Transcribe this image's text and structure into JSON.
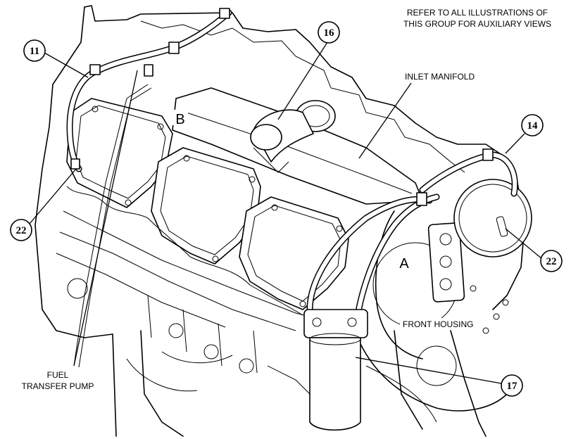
{
  "notes": {
    "line1": "REFER TO ALL ILLUSTRATIONS OF",
    "line2": "THIS GROUP FOR AUXILIARY VIEWS"
  },
  "labels": {
    "inlet_manifold": "INLET MANIFOLD",
    "front_housing": "FRONT HOUSING",
    "fuel_transfer_pump_line1": "FUEL",
    "fuel_transfer_pump_line2": "TRANSFER PUMP",
    "view_a": "A",
    "view_b": "B"
  },
  "callouts": {
    "c11": "11",
    "c16": "16",
    "c14": "14",
    "c22_left": "22",
    "c22_right": "22",
    "c17": "17"
  }
}
